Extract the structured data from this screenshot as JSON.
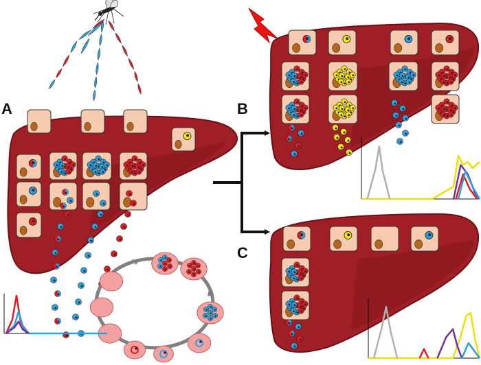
{
  "panels": {
    "a": {
      "label": "A"
    },
    "b": {
      "label": "B"
    },
    "c": {
      "label": "C"
    }
  },
  "colors": {
    "liver": "#a01e25",
    "liver_shade": "#8a171e",
    "liver_outline": "#6e1015",
    "hepatocyte": "#f6cbb0",
    "nucleus": "#b5651d",
    "parasite_red": "#e01b24",
    "parasite_blue": "#2aa1e0",
    "parasite_yellow": "#f5e61a",
    "rbc": "#f4a1a1",
    "cycle_arrow": "#808080",
    "plot_gray": "#b0b0b0",
    "plot_yellow": "#f0e000",
    "plot_purple": "#7030a0",
    "lightning": "#ee1111"
  },
  "icons": [
    "mosquito-icon",
    "lightning-icon"
  ],
  "plots": {
    "a": {
      "series": [
        "red",
        "blue",
        "purple"
      ]
    },
    "b": {
      "series": [
        "gray",
        "yellow",
        "purple",
        "red",
        "blue"
      ]
    },
    "c": {
      "series": [
        "gray",
        "yellow",
        "purple",
        "red",
        "blue"
      ]
    }
  }
}
